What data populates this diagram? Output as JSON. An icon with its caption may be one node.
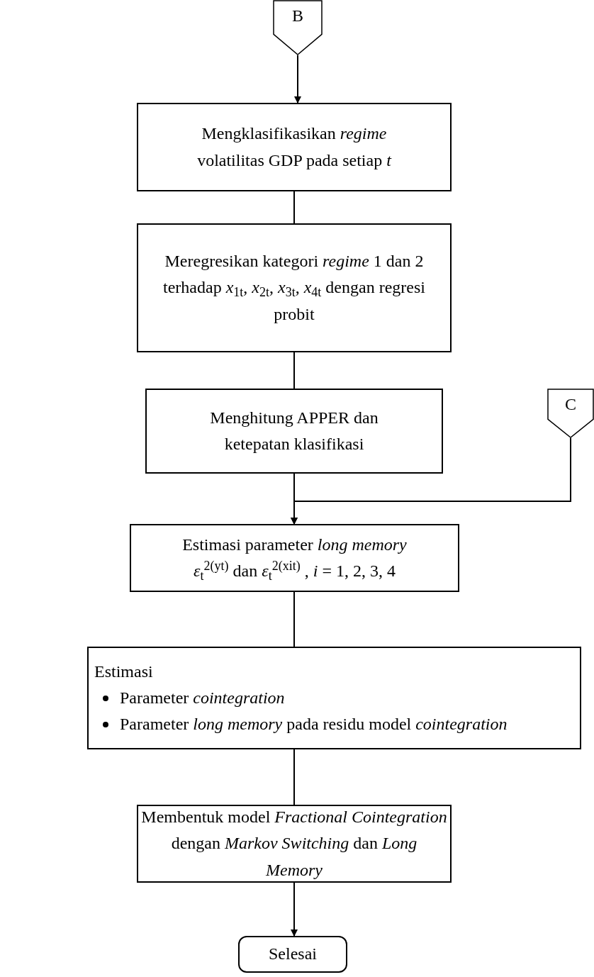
{
  "diagram": {
    "nodes": [
      {
        "text": [
          "B"
        ]
      },
      {
        "text": [
          "Mengklasifikasikan *regime* volatilitas GDP pada setiap *t*"
        ]
      },
      {
        "text": [
          "Meregresikan kategori *regime* 1 dan 2 terhadap *x*$_{1t}$, *x*$_{2t}$, *x*$_{3t}$, *x*$_{4t}$ dengan regresi probit"
        ]
      },
      {
        "text": [
          "Menghitung APPER dan ketepatan klasifikasi"
        ]
      },
      {
        "text": [
          "C"
        ]
      },
      {
        "text": [
          "Estimasi parameter *long memory*",
          "*ε*$_{t}$$^{2(yt)}$ dan *ε*$_{t}$$^{2(xit)}$ , *i* = 1, 2, 3, 4"
        ]
      },
      {
        "text": [
          "Estimasi",
          "Parameter *cointegration*",
          "Parameter *long memory* pada residu model *cointegration*"
        ]
      },
      {
        "text": [
          "Membentuk model *Fractional Cointegration* dengan *Markov Switching* dan *Long Memory*"
        ]
      },
      {
        "text": [
          "Selesai"
        ]
      }
    ],
    "edges": [
      {
        "from": 0,
        "to": 1,
        "arrow": "to"
      },
      {
        "from": 1,
        "to": 2,
        "arrow": "none"
      },
      {
        "from": 2,
        "to": 3,
        "arrow": "none"
      },
      {
        "from": 3,
        "to": 5,
        "arrow": "to"
      },
      {
        "from": 4,
        "to": 5,
        "arrow": "to"
      },
      {
        "from": 5,
        "to": 6,
        "arrow": "none"
      },
      {
        "from": 6,
        "to": 7,
        "arrow": "none"
      },
      {
        "from": 7,
        "to": 8,
        "arrow": "to"
      }
    ]
  }
}
